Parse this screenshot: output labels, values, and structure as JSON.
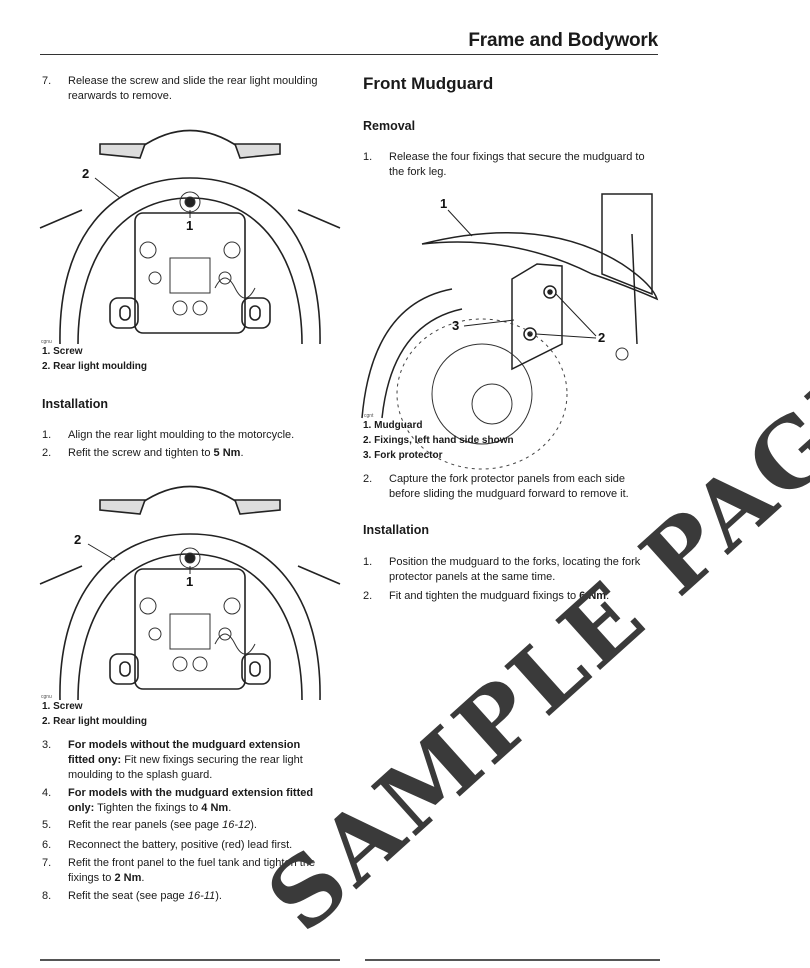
{
  "header": {
    "title": "Frame and Bodywork"
  },
  "left": {
    "step7": {
      "num": "7.",
      "text_line1": "Release the screw and slide the rear light moulding",
      "text_line2": "rearwards to remove."
    },
    "fig1": {
      "ident": "cgnu",
      "callout1": "1",
      "callout2": "2",
      "caption1": "1. Screw",
      "caption2": "2. Rear light moulding"
    },
    "installation": {
      "heading": "Installation",
      "steps": [
        {
          "num": "1.",
          "text": "Align the rear light moulding to the motorcycle."
        },
        {
          "num": "2.",
          "text": "Refit the screw and tighten to ",
          "bold": "5 Nm",
          "tail": "."
        }
      ]
    },
    "fig2": {
      "ident": "cgnu",
      "callout1": "1",
      "callout2": "2",
      "caption1": "1. Screw",
      "caption2": "2. Rear light moulding"
    },
    "more_steps": {
      "s3": {
        "num": "3.",
        "bold_l1": "For models without the mudguard extension",
        "bold_l2": "fitted ony:",
        "rest_l2": " Fit new fixings securing the rear light",
        "l3": "moulding to the splash guard."
      },
      "s4": {
        "num": "4.",
        "bold_l1": "For models with the mudguard extension fitted",
        "bold_l2": "only:",
        "rest_l2": " Tighten the fixings to ",
        "bold_val": "4 Nm",
        "tail": "."
      },
      "s5": {
        "num": "5.",
        "text": "Refit the rear panels (see page ",
        "ital": "16-12",
        "tail": ")."
      },
      "s6": {
        "num": "6.",
        "text": "Reconnect the battery, positive (red) lead first."
      },
      "s7": {
        "num": "7.",
        "l1": "Refit the front panel to the fuel tank and tighten the",
        "l2": "fixings to ",
        "bold_val": "2 Nm",
        "tail": "."
      },
      "s8": {
        "num": "8.",
        "text": "Refit the seat (see page ",
        "ital": "16-11",
        "tail": ")."
      }
    }
  },
  "right": {
    "heading": "Front Mudguard",
    "removal": {
      "heading": "Removal",
      "step1": {
        "num": "1.",
        "l1": "Release the four fixings that secure the mudguard to",
        "l2": "the fork leg."
      },
      "fig": {
        "ident": "cgnt",
        "callout1": "1",
        "callout2": "2",
        "callout3": "3",
        "caption1": "1. Mudguard",
        "caption2": "2. Fixings, left hand side shown",
        "caption3": "3. Fork protector"
      },
      "step2": {
        "num": "2.",
        "l1": "Capture the fork protector panels from each side",
        "l2": "before sliding the mudguard forward to remove it."
      }
    },
    "installation": {
      "heading": "Installation",
      "step1": {
        "num": "1.",
        "l1": "Position the mudguard to the forks, locating the fork",
        "l2": "protector panels at the same time."
      },
      "step2": {
        "num": "2.",
        "text": "Fit and tighten the mudguard fixings to ",
        "bold_val": "6 Nm",
        "tail": "."
      }
    }
  },
  "watermark": "SAMPLE PAGE"
}
